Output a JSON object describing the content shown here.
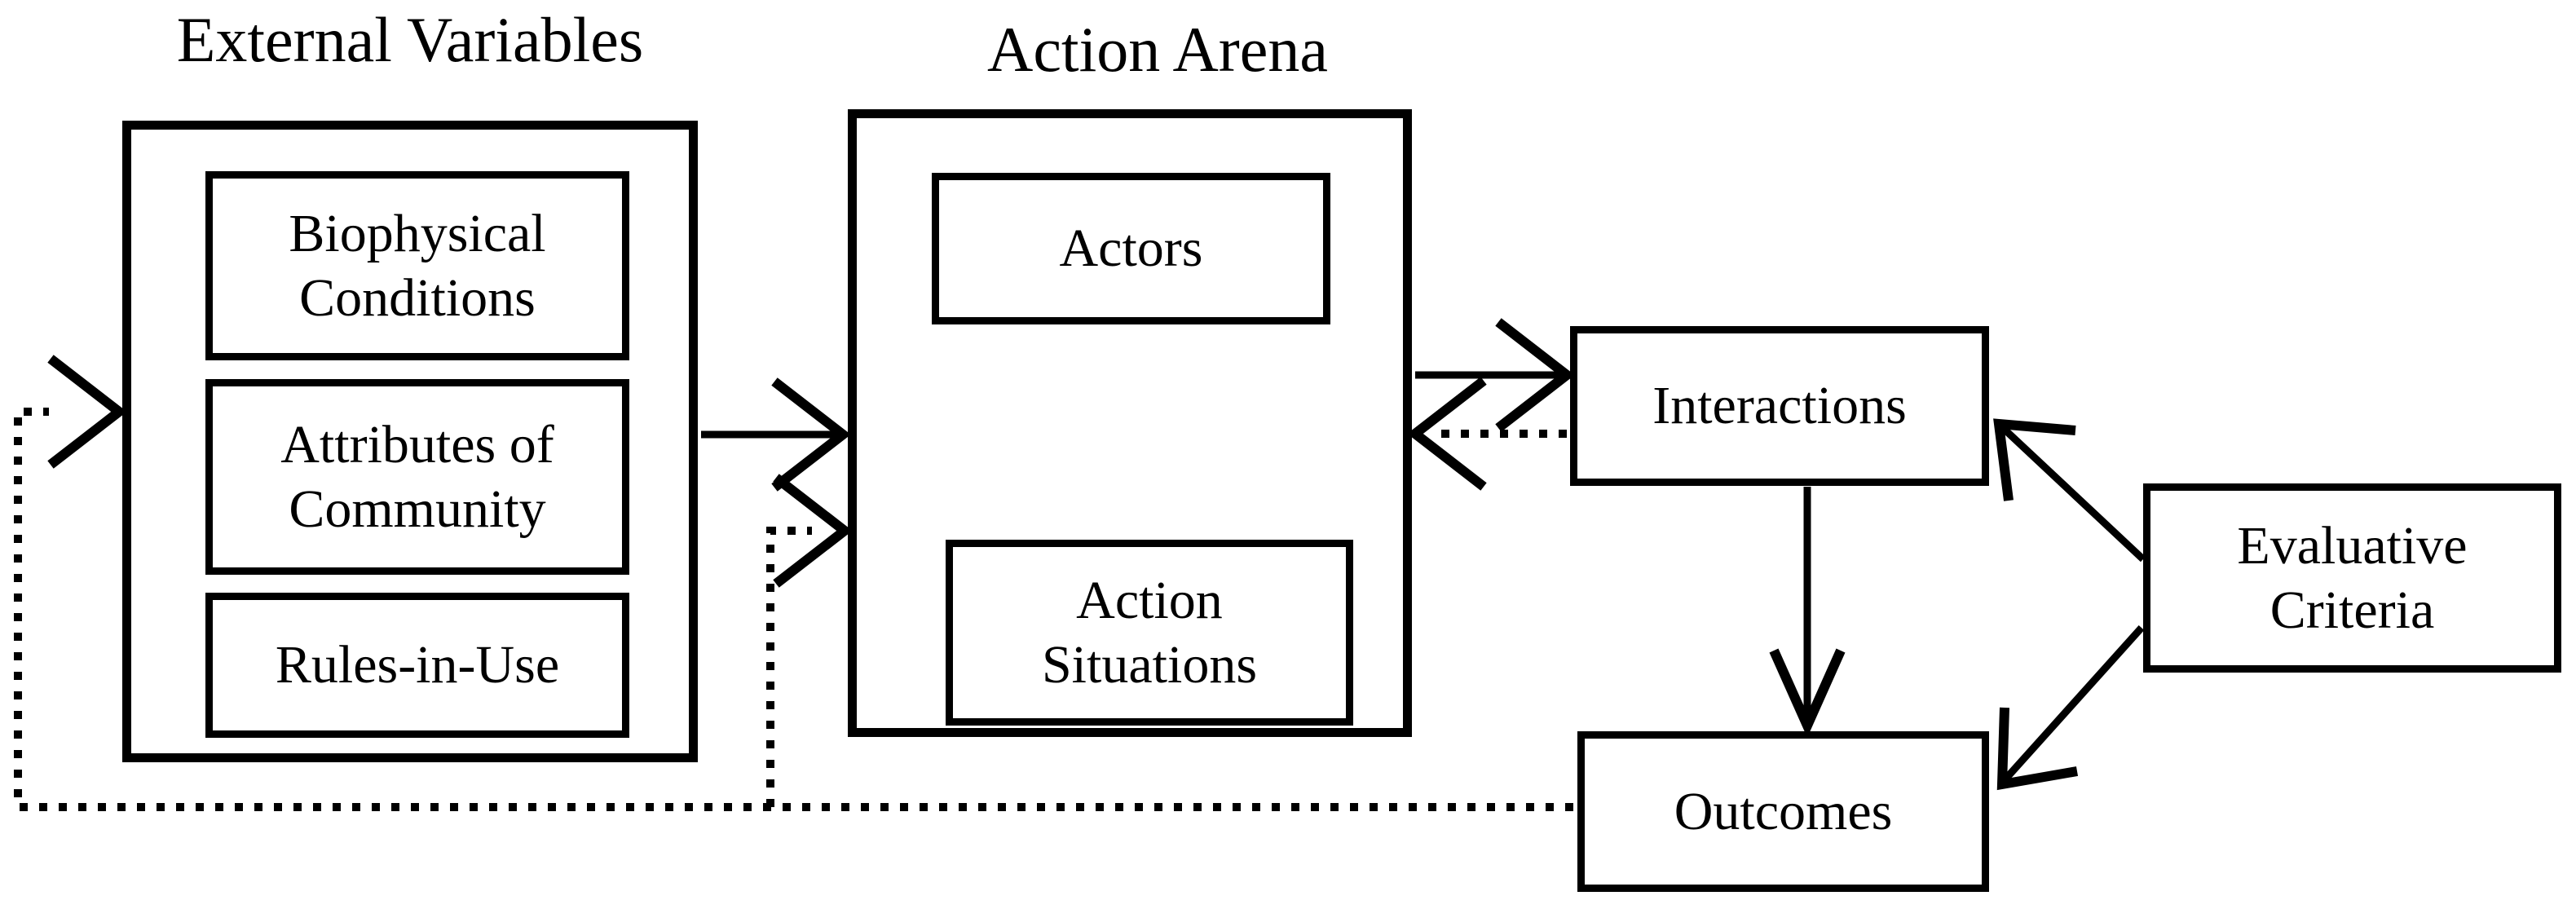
{
  "colors": {
    "line": "#000000",
    "background": "#ffffff",
    "text": "#000000"
  },
  "titles": {
    "external_variables": "External Variables",
    "action_arena": "Action Arena"
  },
  "nodes": {
    "biophysical": {
      "line1": "Biophysical",
      "line2": "Conditions"
    },
    "attributes": {
      "line1": "Attributes of",
      "line2": "Community"
    },
    "rules": {
      "line1": "Rules-in-Use",
      "line2": ""
    },
    "actors": {
      "line1": "Actors",
      "line2": ""
    },
    "action_situations": {
      "line1": "Action",
      "line2": "Situations"
    },
    "interactions": {
      "line1": "Interactions",
      "line2": ""
    },
    "evaluative_criteria": {
      "line1": "Evaluative",
      "line2": "Criteria"
    },
    "outcomes": {
      "line1": "Outcomes",
      "line2": ""
    }
  },
  "edges": [
    {
      "from": "external-variables",
      "to": "action-arena",
      "style": "solid"
    },
    {
      "from": "action-arena",
      "to": "interactions",
      "style": "solid"
    },
    {
      "from": "interactions",
      "to": "action-arena",
      "style": "dotted"
    },
    {
      "from": "actors",
      "to": "action-situations",
      "style": "solid"
    },
    {
      "from": "action-situations",
      "to": "actors",
      "style": "solid"
    },
    {
      "from": "interactions",
      "to": "outcomes",
      "style": "solid"
    },
    {
      "from": "evaluative-criteria",
      "to": "interactions",
      "style": "solid"
    },
    {
      "from": "evaluative-criteria",
      "to": "outcomes",
      "style": "solid"
    },
    {
      "from": "outcomes",
      "to": "external-variables",
      "style": "dotted"
    },
    {
      "from": "outcomes",
      "to": "action-arena",
      "style": "dotted"
    }
  ]
}
